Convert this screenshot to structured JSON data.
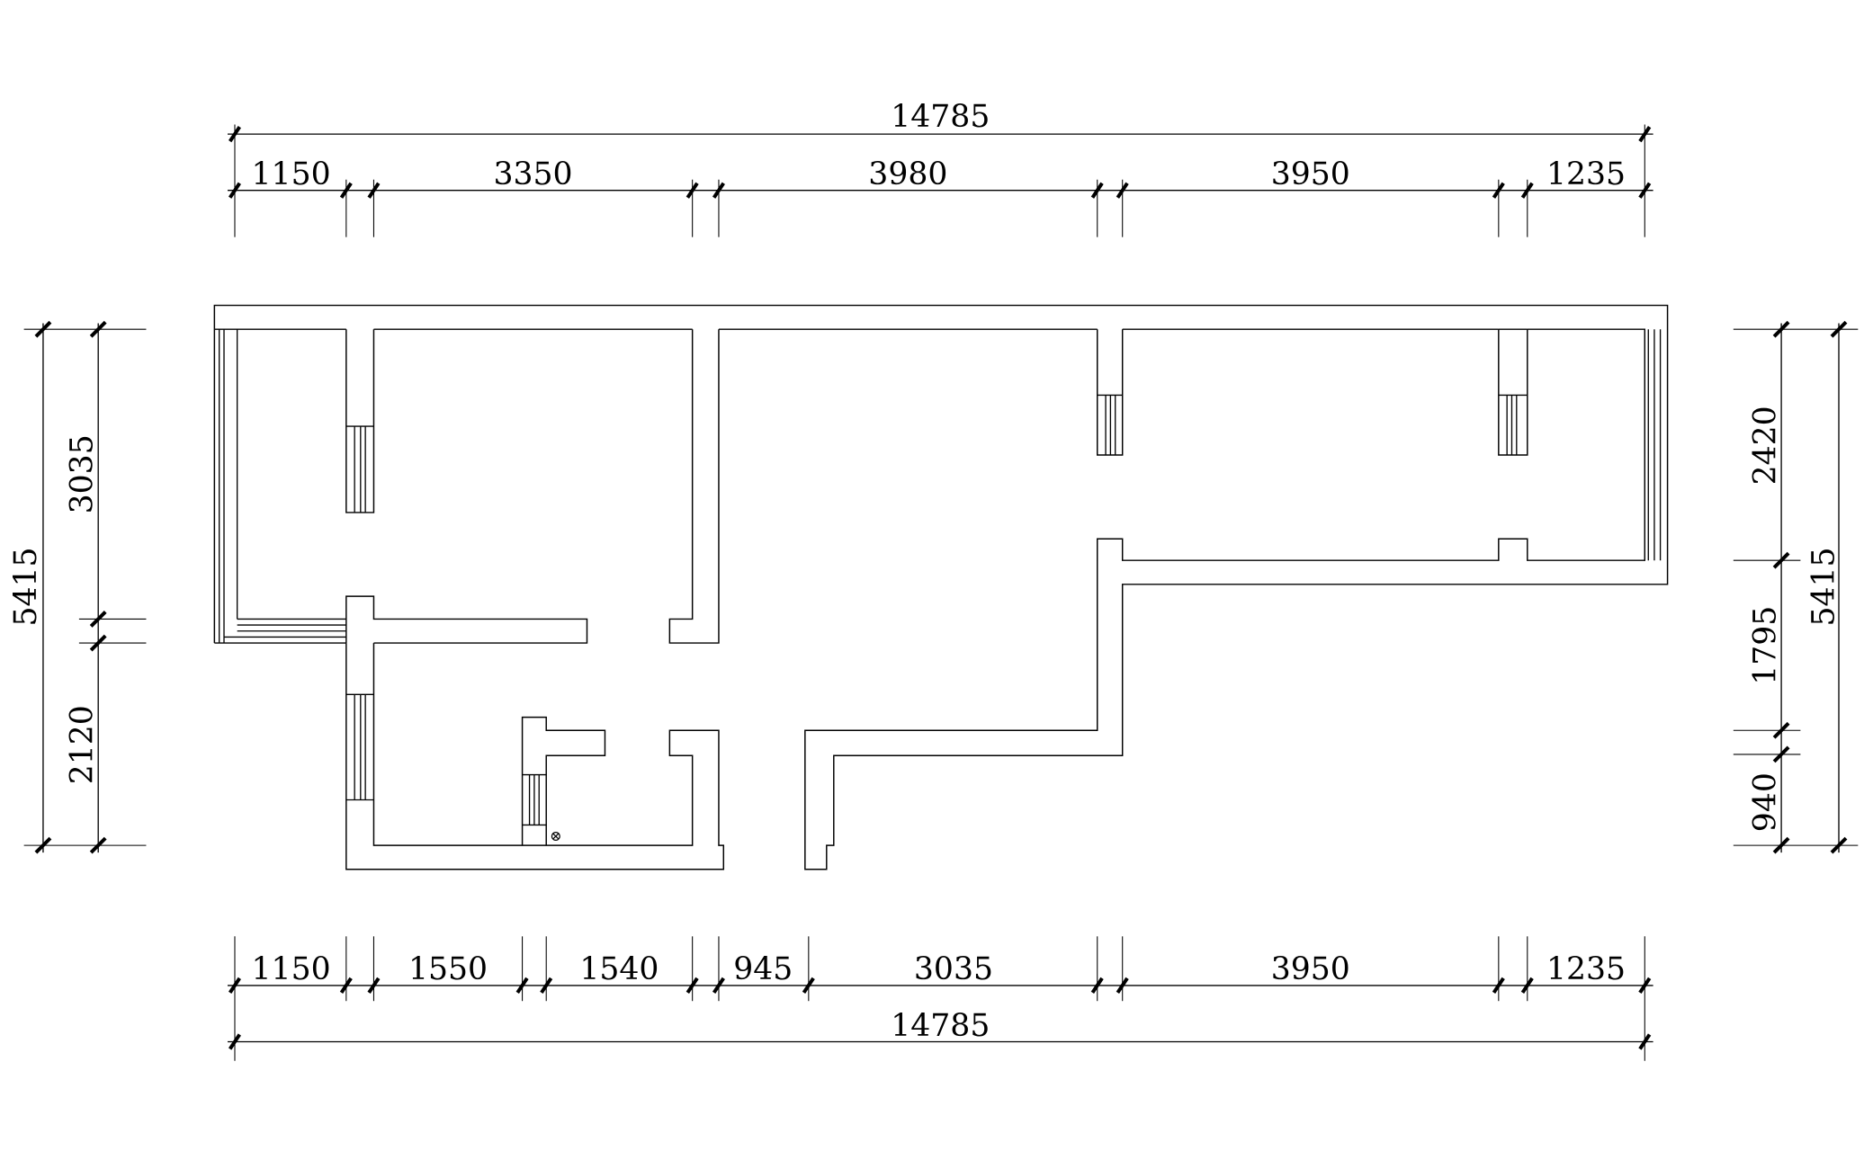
{
  "dimensions": {
    "top_overall": "14785",
    "top_segments": [
      "1150",
      "3350",
      "3980",
      "3950",
      "1235"
    ],
    "bottom_segments": [
      "1150",
      "1550",
      "1540",
      "945",
      "3035",
      "3950",
      "1235"
    ],
    "bottom_overall": "14785",
    "left_overall": "5415",
    "left_segments": [
      "3035",
      "2120"
    ],
    "right_segments": [
      "2420",
      "1795",
      "940"
    ],
    "right_overall": "5415"
  },
  "symbols": {
    "floor_drain": "⊗"
  }
}
